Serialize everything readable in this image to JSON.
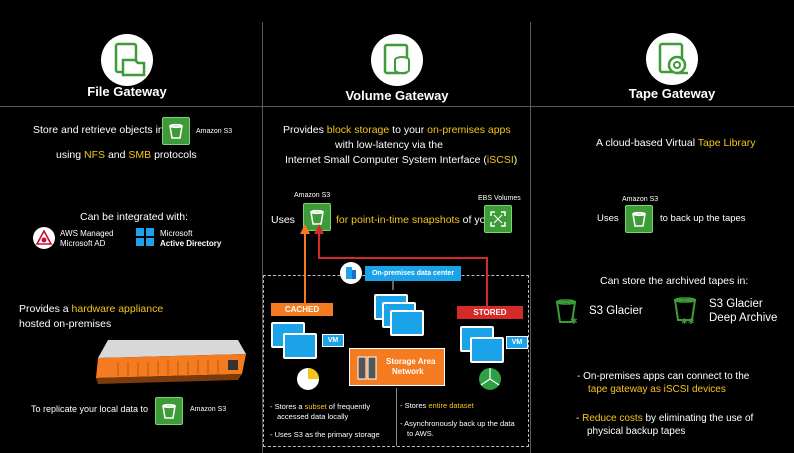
{
  "file_gateway": {
    "title": "File Gateway",
    "line1": "Store and retrieve objects in",
    "amazon_s3": "Amazon S3",
    "line2_pre": "using ",
    "nfs": "NFS",
    "and": " and ",
    "smb": "SMB",
    "line2_post": " protocols",
    "integrated": "Can be integrated with:",
    "aws_ad_line1": "AWS Managed",
    "aws_ad_line2": "Microsoft AD",
    "ms_line1": "Microsoft",
    "ms_line2": "Active Directory",
    "hw_pre": "Provides a ",
    "hw_highlight": "hardware appliance",
    "hw_line2": "hosted on-premises",
    "replicate": "To replicate your local data to",
    "replicate_s3": "Amazon S3"
  },
  "volume_gateway": {
    "title": "Volume Gateway",
    "desc1_pre": "Provides ",
    "desc1_block": "block storage",
    "desc1_mid": " to your ",
    "desc1_apps": "on-premises apps",
    "desc2": "with low-latency via the",
    "desc3_pre": "Internet Small Computer System Interface (",
    "desc3_iscsi": "iSCSI",
    "desc3_post": ")",
    "amazon_s3": "Amazon S3",
    "uses": "Uses",
    "pit": "for point-in-time snapshots",
    "of_your": " of your",
    "ebs": "EBS Volumes",
    "dc": "On-premises data center",
    "cached": "CACHED",
    "stored": "STORED",
    "vm": "VM",
    "san1": "Storage Area",
    "san2": "Network",
    "c1_pre": "Stores a ",
    "c1_subset": "subset",
    "c1_post": " of frequently",
    "c2": "accessed data locally",
    "c3": "Uses S3 as the primary storage",
    "s1_pre": "Stores ",
    "s1_entire": "entire dataset",
    "s2": "Asynchronously back up the data",
    "s3": "to AWS."
  },
  "tape_gateway": {
    "title": "Tape Gateway",
    "desc_pre": "A cloud-based Virtual ",
    "desc_tape": "Tape Library",
    "amazon_s3": "Amazon S3",
    "uses": "Uses",
    "backup": "to back up the tapes",
    "archived": "Can store the archived tapes in:",
    "glacier": "S3 Glacier",
    "deep1": "S3 Glacier",
    "deep2": "Deep Archive",
    "b1_pre": "On-premises apps can connect to the",
    "b1_highlight": "tape gateway as iSCSI devices",
    "b2_highlight": "Reduce costs",
    "b2_post": " by eliminating the use of",
    "b2_line2": "physical backup tapes"
  },
  "colors": {
    "accent_yellow": "#f5c518",
    "orange": "#f47b20",
    "red": "#d42a2a",
    "blue": "#1aa3e8",
    "green": "#3d9b38"
  }
}
